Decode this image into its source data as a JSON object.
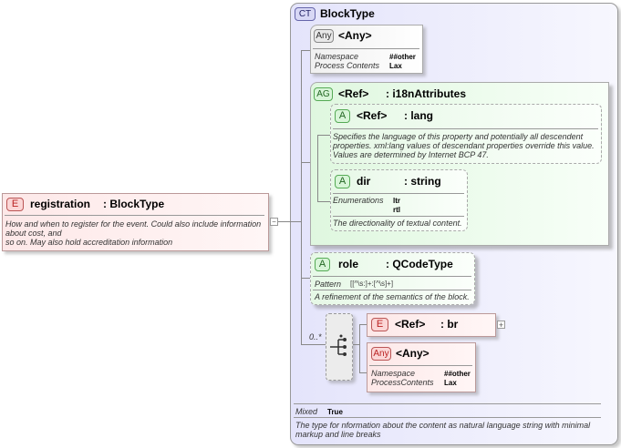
{
  "registration": {
    "badge": "E",
    "name": "registration",
    "type": ": BlockType",
    "description": "How and when to register for the event. Could also include information about cost, and\nso on. May also hold accreditation information"
  },
  "complex_type": {
    "badge": "CT",
    "name": "BlockType",
    "mixed_label": "Mixed",
    "mixed_value": "True",
    "description": "The type for nformation about the content as natural language string with minimal markup and line breaks"
  },
  "any1": {
    "badge": "Any",
    "name": "<Any>",
    "ns_label": "Namespace",
    "ns_value": "##other",
    "pc_label": "Process Contents",
    "pc_value": "Lax"
  },
  "attr_group": {
    "badge": "AG",
    "ref": "<Ref>",
    "name": ": i18nAttributes"
  },
  "lang": {
    "badge": "A",
    "ref": "<Ref>",
    "name": ": lang",
    "description": "Specifies the language of this property and potentially all descendent properties. xml:lang values of descendant properties override this value. Values are determined by Internet BCP 47."
  },
  "dir": {
    "badge": "A",
    "name": "dir",
    "type": ": string",
    "enum_label": "Enumerations",
    "enum_values": [
      "ltr",
      "rtl"
    ],
    "description": "The directionality of textual content."
  },
  "role": {
    "badge": "A",
    "name": "role",
    "type": ": QCodeType",
    "pattern_label": "Pattern",
    "pattern_value": "[[^\\s:]+:[^\\s]+]",
    "description": "A refinement of the semantics of the block."
  },
  "choice": {
    "cardinality": "0..*"
  },
  "br": {
    "badge": "E",
    "ref": "<Ref>",
    "name": ": br",
    "expand": "+"
  },
  "any2": {
    "badge": "Any",
    "name": "<Any>",
    "ns_label": "Namespace",
    "ns_value": "##other",
    "pc_label": "ProcessContents",
    "pc_value": "Lax"
  },
  "collapse_symbol": "−"
}
